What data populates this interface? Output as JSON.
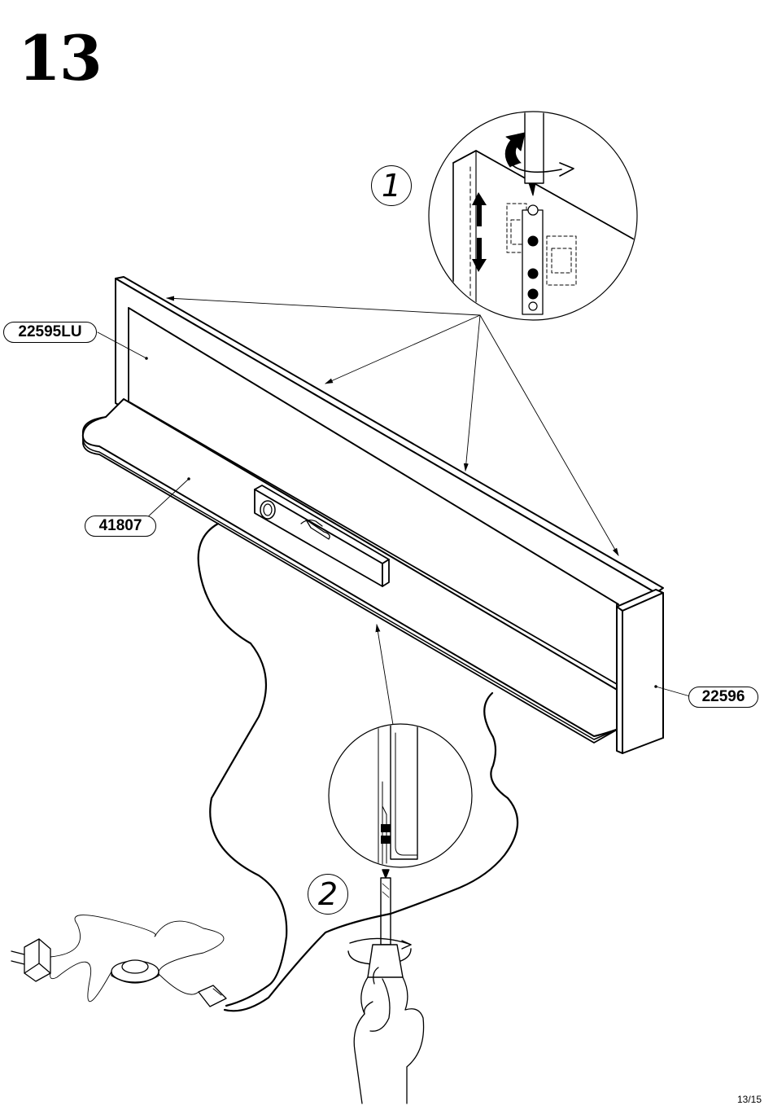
{
  "step": {
    "number": "13"
  },
  "page": {
    "number": "13/15"
  },
  "parts": {
    "back_panel": "22595LU",
    "shelf": "41807",
    "side_panel": "22596"
  },
  "substeps": [
    "1",
    "2"
  ],
  "icons": [
    "rotation-arrow-icon",
    "up-down-arrow-icon",
    "screwdriver-icon",
    "hand-icon",
    "plug-icon",
    "foot-switch-icon"
  ]
}
